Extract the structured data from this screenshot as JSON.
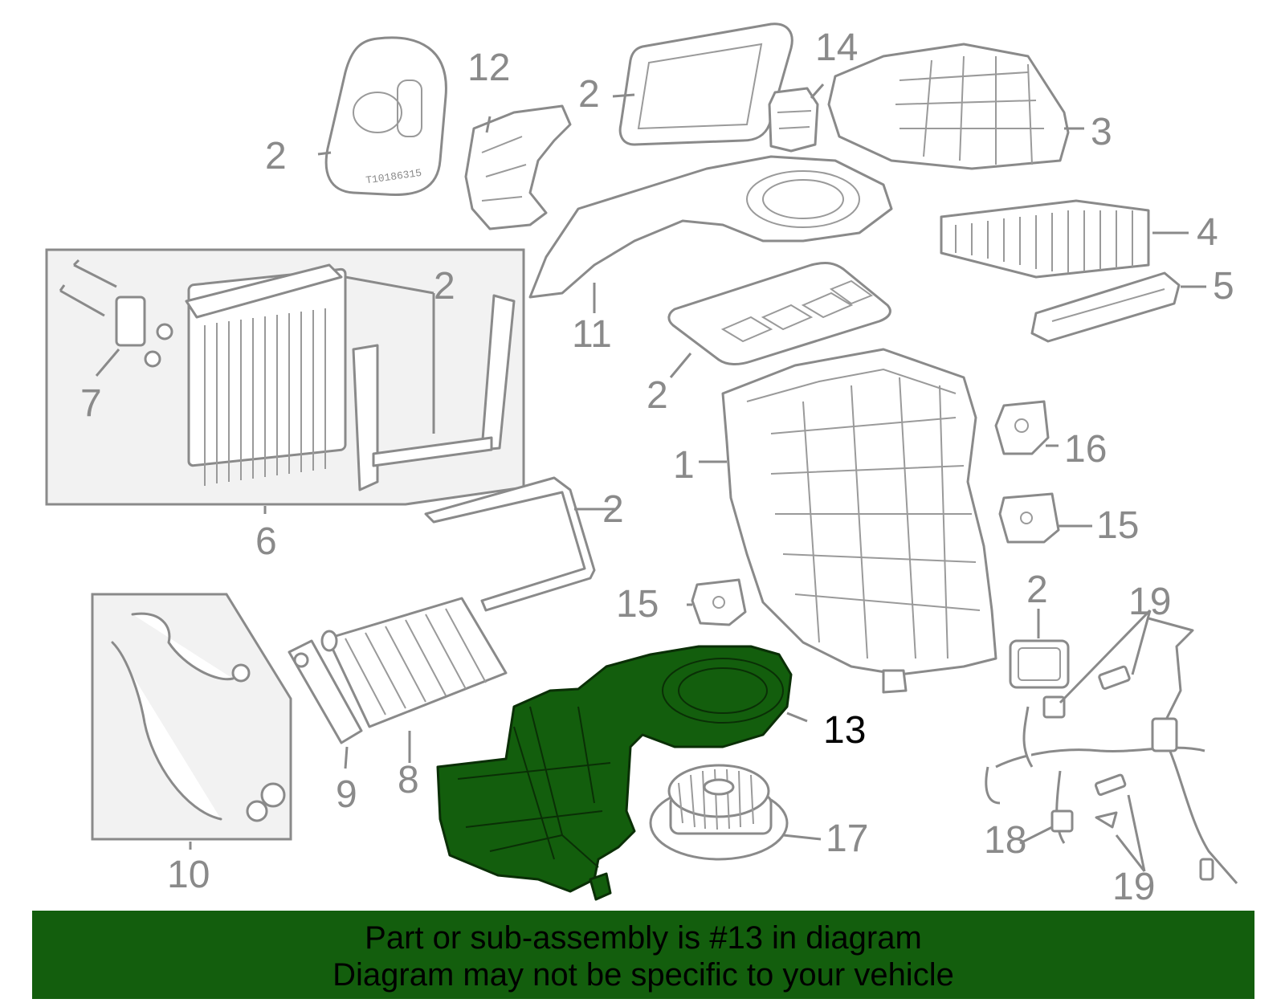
{
  "callouts": {
    "c1": "1",
    "c2a": "2",
    "c2b": "2",
    "c2c": "2",
    "c2d": "2",
    "c2e": "2",
    "c2f": "2",
    "c3": "3",
    "c4": "4",
    "c5": "5",
    "c6": "6",
    "c7": "7",
    "c8": "8",
    "c9": "9",
    "c10": "10",
    "c11": "11",
    "c12": "12",
    "c13": "13",
    "c14": "14",
    "c15a": "15",
    "c15b": "15",
    "c16": "16",
    "c17": "17",
    "c18": "18",
    "c19a": "19",
    "c19b": "19"
  },
  "highlighted_part": "13",
  "colors": {
    "highlight": "#135e0d",
    "line_art": "#8a8a8a",
    "banner": "#135e0d"
  },
  "banner": {
    "line1": "Part or sub-assembly is #13 in diagram",
    "line2": "Diagram may not be specific to your vehicle"
  }
}
